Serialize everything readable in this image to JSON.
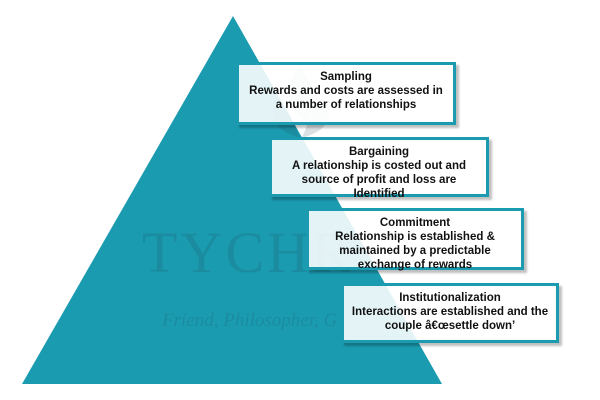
{
  "colors": {
    "pyramid": "#1b9bb0",
    "box_border": "#1b9bb0",
    "text": "#111111"
  },
  "watermark": {
    "brand": "TYCHR",
    "tagline": "Friend, Philosopher, G"
  },
  "steps": [
    {
      "title": "Sampling",
      "description": "Rewards and costs are assessed in a number of relationships"
    },
    {
      "title": "Bargaining",
      "description": "A relationship is costed out and source of profit and loss are Identified"
    },
    {
      "title": "Commitment",
      "description": "Relationship is established & maintained by a predictable exchange of rewards"
    },
    {
      "title": "Institutionalization",
      "description": "Interactions are established and the couple â€œsettle down’"
    }
  ]
}
